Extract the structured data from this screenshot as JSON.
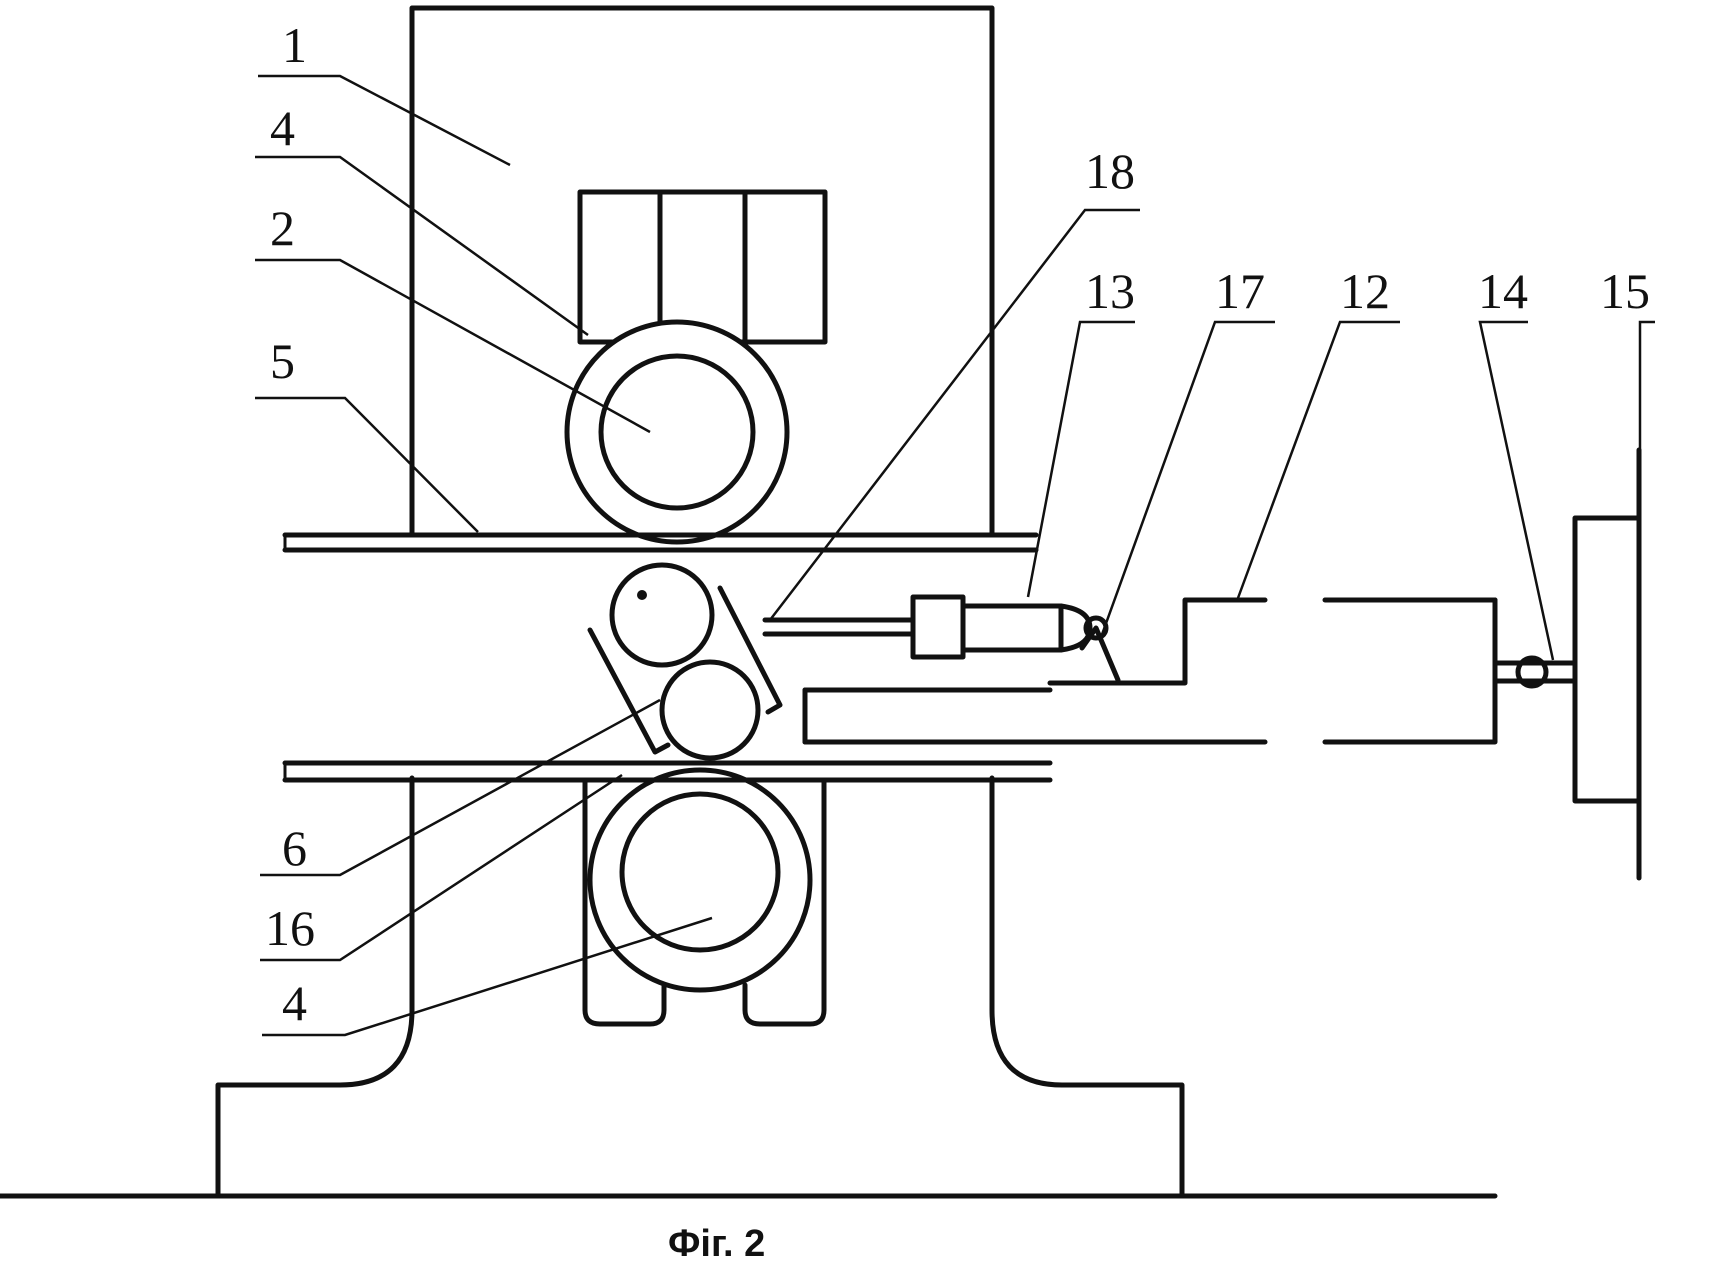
{
  "caption": "Фіг. 2",
  "reference_labels": {
    "r1": "1",
    "r4_top": "4",
    "r2": "2",
    "r5": "5",
    "r18": "18",
    "r13": "13",
    "r17": "17",
    "r12": "12",
    "r14": "14",
    "r15": "15",
    "r6": "6",
    "r16": "16",
    "r4_bottom": "4"
  }
}
